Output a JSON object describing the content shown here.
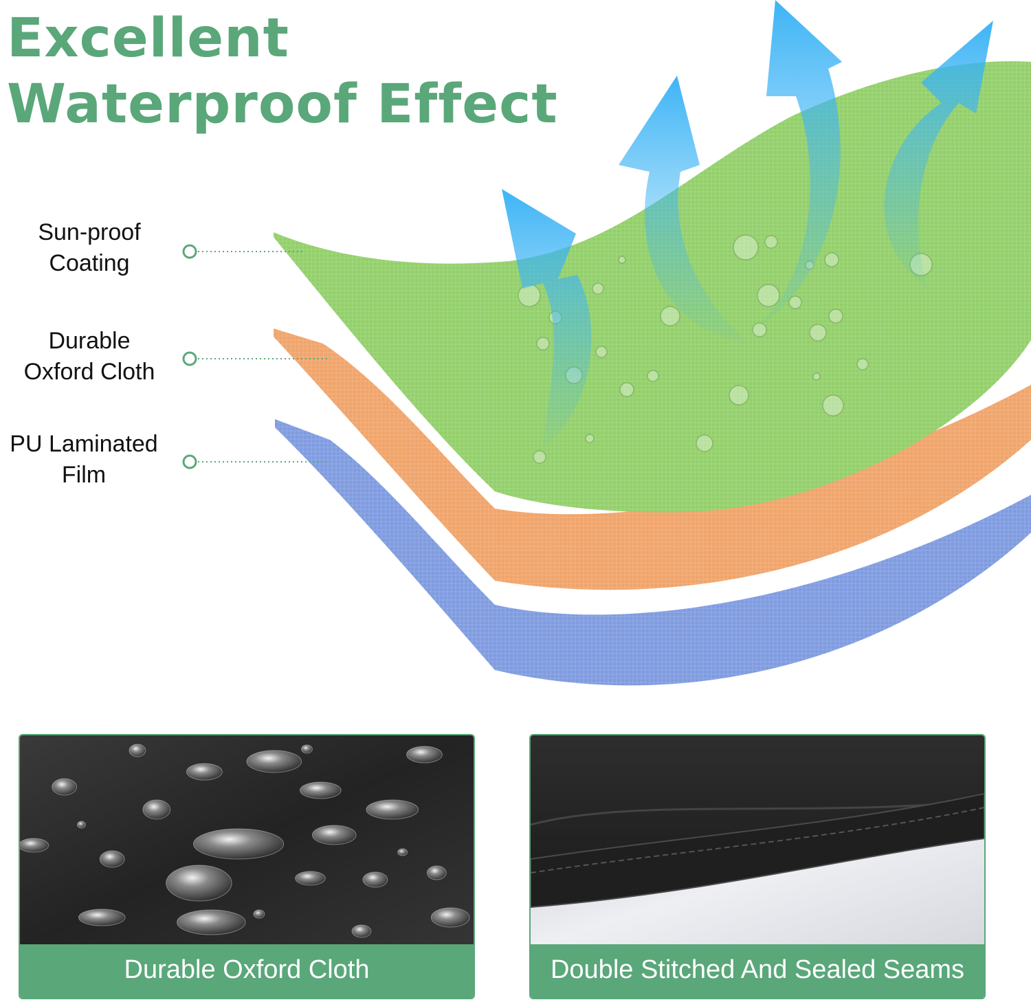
{
  "title": {
    "line1": "Excellent",
    "line2": "Waterproof Effect"
  },
  "layers": [
    {
      "line1": "Sun-proof",
      "line2": "Coating",
      "color": "#93cf6a"
    },
    {
      "line1": "Durable",
      "line2": "Oxford Cloth",
      "color": "#f0a46a"
    },
    {
      "line1": "PU Laminated",
      "line2": "Film",
      "color": "#7f9be0"
    }
  ],
  "panels": [
    {
      "caption": "Durable Oxford Cloth"
    },
    {
      "caption": "Double Stitched And Sealed Seams"
    }
  ],
  "colors": {
    "accent": "#5aa77a",
    "arrow": "#3fb6f5"
  }
}
